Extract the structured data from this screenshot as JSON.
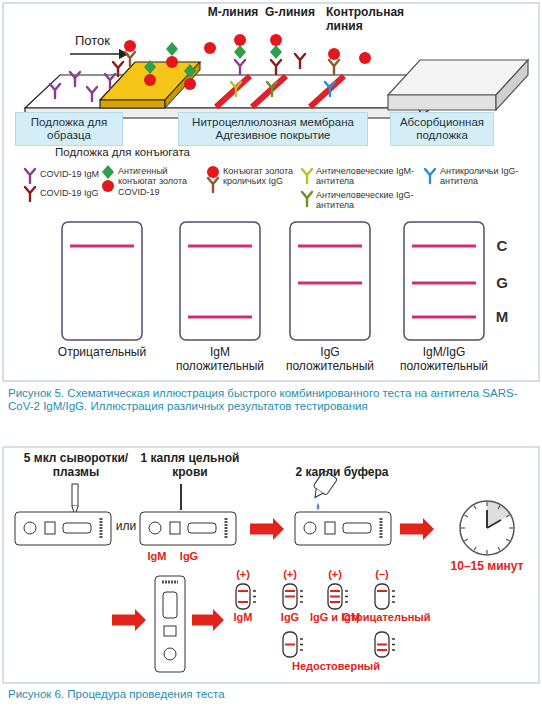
{
  "diagram": {
    "nodes": [
      {
        "text": [
          "Подложка для образца"
        ]
      },
      {
        "text": [
          "Нитроцеллюлозная мембрана",
          "Адгезивное покрытие"
        ]
      },
      {
        "text": [
          "Абсорбционная подложка"
        ]
      }
    ],
    "labels": [
      "Поток",
      "M-линия",
      "G-линия",
      "Контрольная линия",
      "Подложка для конъюгата",
      "C",
      "G",
      "M",
      "Отрицательный",
      "IgM положительный",
      "IgG положительный",
      "IgM/IgG положительный",
      "Рисунок 5. Схематическая иллюстрация быстрого комбинированного теста на антитела SARS-CoV-2 IgM/IgG. Иллюстрация различных результатов тестирования",
      "5 мкл сыворотки/плазмы",
      "или",
      "1 капля цельной крови",
      "IgM",
      "IgG",
      "2 капли буфера",
      "10–15 минут",
      "(+)",
      "(+)",
      "(+)",
      "(–)",
      "IgM",
      "IgG",
      "IgG и IgM",
      "Отрицательный",
      "Недостоверный",
      "Рисунок 6. Процедура проведения теста"
    ],
    "legend": [
      {
        "text": "COVID-19 IgM"
      },
      {
        "text": "COVID-19 IgG"
      },
      {
        "text": "Антигенный конъюгат золота COVID-19"
      },
      {
        "text": "Конъюгат золота кроличьих IgG"
      },
      {
        "text": "Античеловеческие IgM-антитела"
      },
      {
        "text": "Античеловеческие IgG-антитела"
      },
      {
        "text": "Антикроличьи IgG-антитела"
      }
    ]
  }
}
